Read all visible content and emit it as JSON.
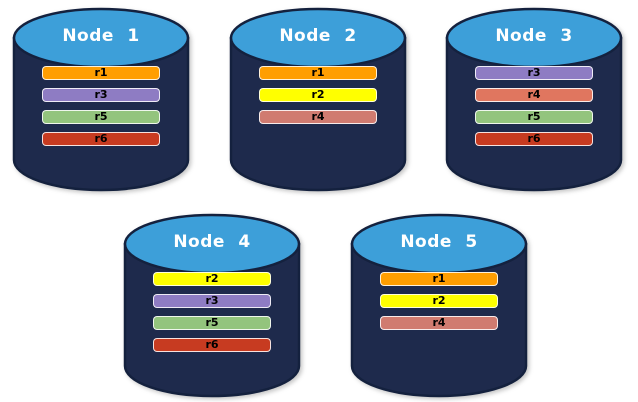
{
  "colors": {
    "cylinder_body": "#1E2A4C",
    "cylinder_top": "#3D9FD9",
    "outline": "#14213E"
  },
  "nodes": [
    {
      "title": "Node 1",
      "bars": [
        {
          "label": "r1",
          "color": "#FF9E01"
        },
        {
          "label": "r3",
          "color": "#8E7CC3"
        },
        {
          "label": "r5",
          "color": "#93C47D"
        },
        {
          "label": "r6",
          "color": "#C73B21"
        }
      ]
    },
    {
      "title": "Node 2",
      "bars": [
        {
          "label": "r1",
          "color": "#FF9E01"
        },
        {
          "label": "r2",
          "color": "#FFFF00"
        },
        {
          "label": "r4",
          "color": "#D07B70"
        }
      ]
    },
    {
      "title": "Node 3",
      "bars": [
        {
          "label": "r3",
          "color": "#8E7CC3"
        },
        {
          "label": "r4",
          "color": "#E0765F"
        },
        {
          "label": "r5",
          "color": "#93C47D"
        },
        {
          "label": "r6",
          "color": "#C73B21"
        }
      ]
    },
    {
      "title": "Node 4",
      "bars": [
        {
          "label": "r2",
          "color": "#FFFF00"
        },
        {
          "label": "r3",
          "color": "#8E7CC3"
        },
        {
          "label": "r5",
          "color": "#93C47D"
        },
        {
          "label": "r6",
          "color": "#C73B21"
        }
      ]
    },
    {
      "title": "Node 5",
      "bars": [
        {
          "label": "r1",
          "color": "#FF9E01"
        },
        {
          "label": "r2",
          "color": "#FFFF00"
        },
        {
          "label": "r4",
          "color": "#D07B70"
        }
      ]
    }
  ]
}
